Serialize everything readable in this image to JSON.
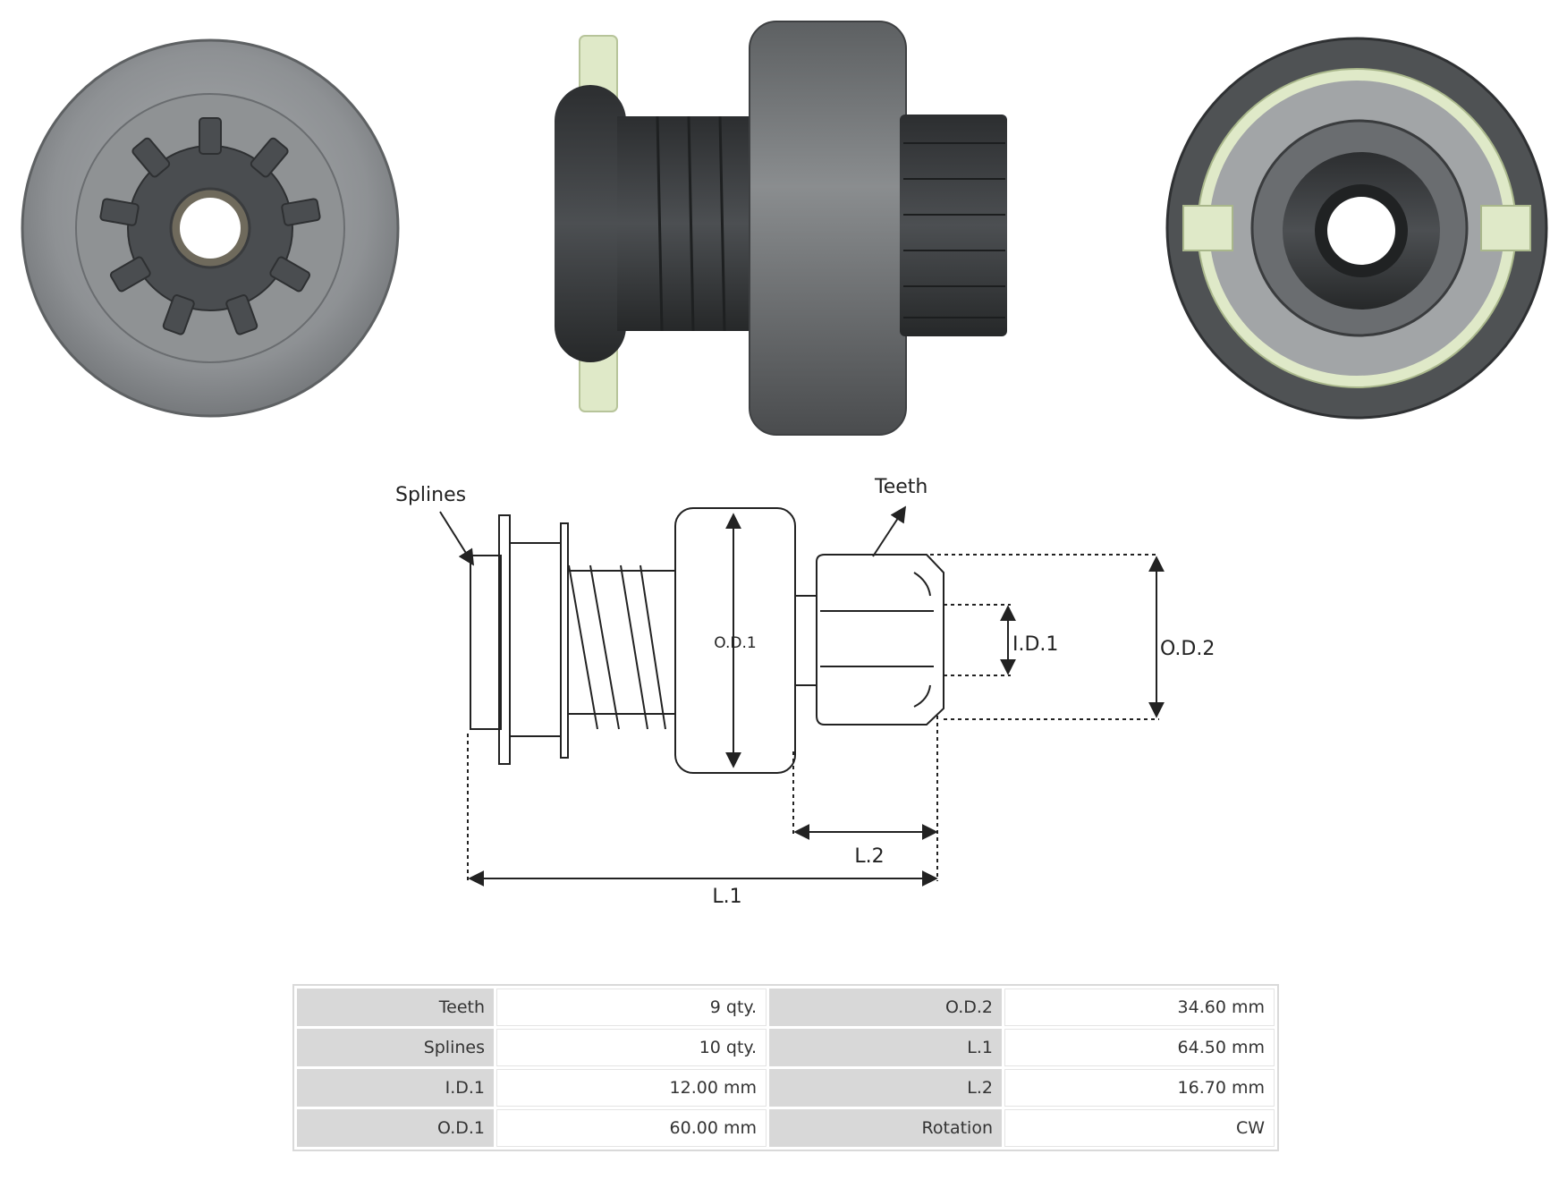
{
  "colors": {
    "metal": "#8c8f91",
    "dark_metal": "#3a3d40",
    "plastic": "#dfe9c8",
    "line": "#222222",
    "table_label_bg": "#d8d8d8"
  },
  "photos": [
    {
      "view": "front"
    },
    {
      "view": "side"
    },
    {
      "view": "back"
    }
  ],
  "diagram": {
    "labels": {
      "splines": "Splines",
      "teeth": "Teeth",
      "od1": "O.D.1",
      "id1": "I.D.1",
      "od2": "O.D.2",
      "l2": "L.2",
      "l1": "L.1"
    }
  },
  "specs": [
    [
      {
        "label": "Teeth",
        "value": "9 qty."
      },
      {
        "label": "O.D.2",
        "value": "34.60 mm"
      }
    ],
    [
      {
        "label": "Splines",
        "value": "10 qty."
      },
      {
        "label": "L.1",
        "value": "64.50 mm"
      }
    ],
    [
      {
        "label": "I.D.1",
        "value": "12.00 mm"
      },
      {
        "label": "L.2",
        "value": "16.70 mm"
      }
    ],
    [
      {
        "label": "O.D.1",
        "value": "60.00 mm"
      },
      {
        "label": "Rotation",
        "value": "CW"
      }
    ]
  ]
}
